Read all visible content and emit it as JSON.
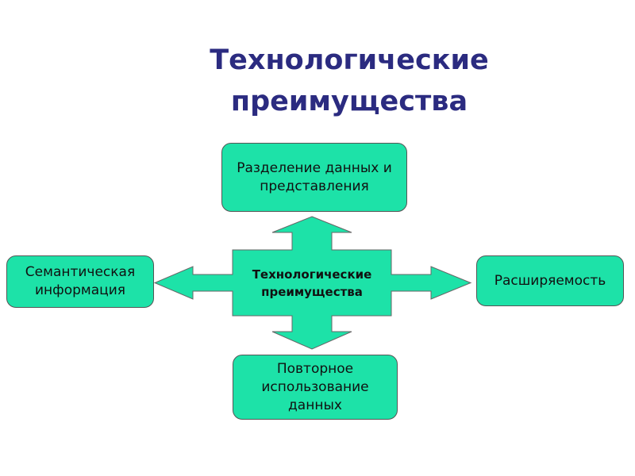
{
  "title": {
    "line1": "Технологические",
    "line2": "преимущества"
  },
  "center": {
    "line1": "Технологические",
    "line2": "преимущества"
  },
  "nodes": {
    "top": {
      "line1": "Разделение данных и",
      "line2": "представления"
    },
    "left": {
      "line1": "Семантическая",
      "line2": "информация"
    },
    "right": {
      "line1": "Расширяемость"
    },
    "bottom": {
      "line1": "Повторное",
      "line2": "использование",
      "line3": "данных"
    }
  },
  "colors": {
    "fill": "#1de2a8",
    "title": "#2b2b80"
  }
}
